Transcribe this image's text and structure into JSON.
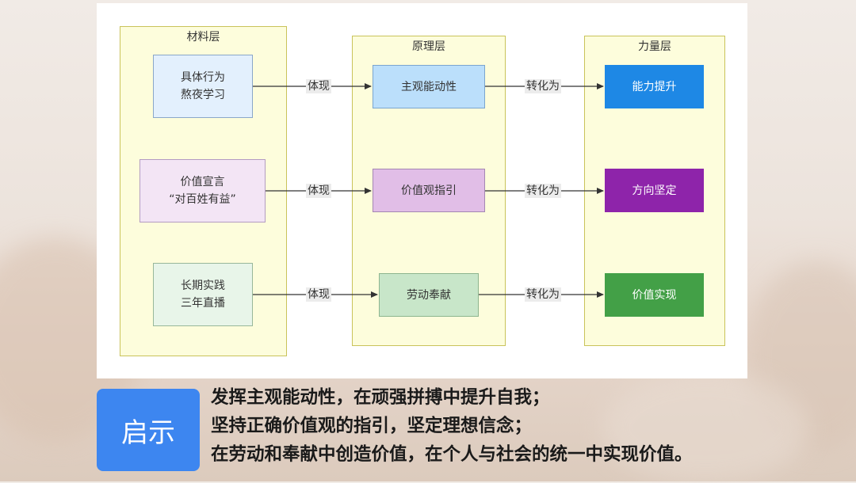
{
  "diagram": {
    "layers": [
      {
        "id": "material",
        "title": "材料层"
      },
      {
        "id": "principle",
        "title": "原理层"
      },
      {
        "id": "power",
        "title": "力量层"
      }
    ],
    "rows": [
      {
        "material": [
          "具体行为",
          "熬夜学习"
        ],
        "edge1": "体现",
        "principle": "主观能动性",
        "edge2": "转化为",
        "power": "能力提升",
        "colors": {
          "material": "#e3f0fd",
          "material_border": "#8aa7c9",
          "principle": "#bbdffb",
          "principle_border": "#7aa5cf",
          "power": "#1e88e5"
        }
      },
      {
        "material": [
          "价值宣言",
          "“对百姓有益”"
        ],
        "edge1": "体现",
        "principle": "价值观指引",
        "edge2": "转化为",
        "power": "方向坚定",
        "colors": {
          "material": "#f3e5f5",
          "material_border": "#b39cc2",
          "principle": "#e1bee7",
          "principle_border": "#a487b2",
          "power": "#8e24aa"
        }
      },
      {
        "material": [
          "长期实践",
          "三年直播"
        ],
        "edge1": "体现",
        "principle": "劳动奉献",
        "edge2": "转化为",
        "power": "价值实现",
        "colors": {
          "material": "#e8f5e9",
          "material_border": "#98b79a",
          "principle": "#c8e6c9",
          "principle_border": "#8db58f",
          "power": "#43a047"
        }
      }
    ]
  },
  "hint": {
    "badge": "启示",
    "lines": [
      "发挥主观能动性，在顽强拼搏中提升自我；",
      "坚持正确价值观的指引，坚定理想信念；",
      "在劳动和奉献中创造价值，在个人与社会的统一中实现价值。"
    ]
  }
}
